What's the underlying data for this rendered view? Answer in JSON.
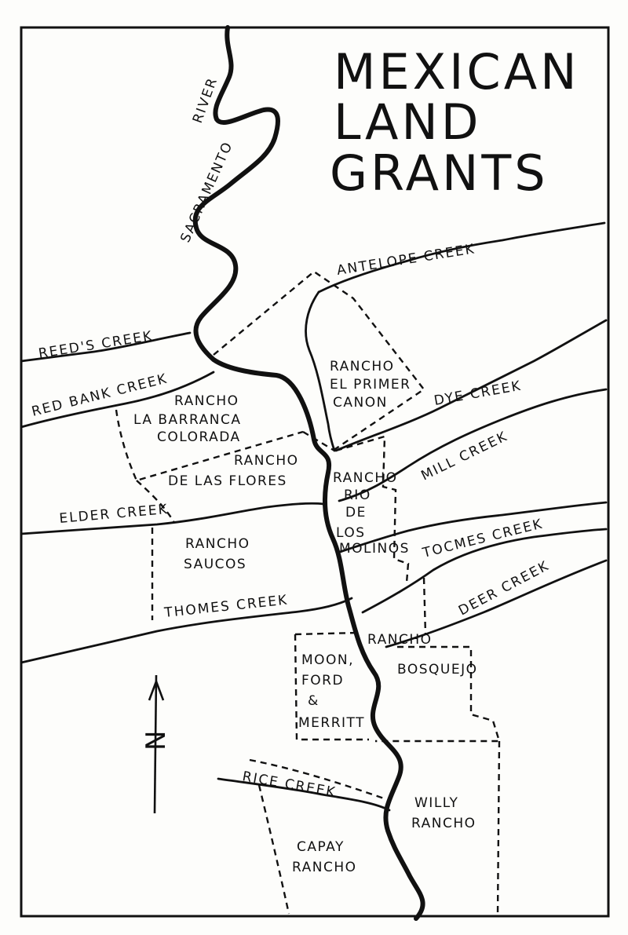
{
  "title": {
    "line1": "MEXICAN",
    "line2": "LAND",
    "line3": "GRANTS"
  },
  "river": {
    "word1": "SACRAMENTO",
    "word2": "RIVER"
  },
  "creeks": {
    "antelope": "ANTELOPE CREEK",
    "reeds": "REED'S CREEK",
    "red_bank": "RED BANK CREEK",
    "dye": "DYE CREEK",
    "mill": "MILL CREEK",
    "elder": "ELDER CREEK",
    "tocmes": "TOCMES CREEK",
    "deer": "DEER CREEK",
    "thomes": "THOMES CREEK",
    "rice": "RICE CREEK"
  },
  "grants": {
    "primer_canon": [
      "RANCHO",
      "EL PRIMER",
      "CANON"
    ],
    "barranca": [
      "RANCHO",
      "LA BARRANCA",
      "COLORADA"
    ],
    "flores": [
      "RANCHO",
      "DE LAS FLORES"
    ],
    "rio_molinos": [
      "RANCHO",
      "RIO",
      "DE",
      "LOS",
      "MOLINOS"
    ],
    "saucos": [
      "RANCHO",
      "SAUCOS"
    ],
    "bosquejo": [
      "RANCHO",
      "BOSQUEJO"
    ],
    "moon": [
      "MOON,",
      "FORD",
      "&",
      "MERRITT"
    ],
    "willy": [
      "WILLY",
      "RANCHO"
    ],
    "capay": [
      "CAPAY",
      "RANCHO"
    ]
  },
  "north_arrow": {
    "label": "N"
  },
  "colors": {
    "ink": "#111111",
    "paper": "#fdfdfb"
  }
}
